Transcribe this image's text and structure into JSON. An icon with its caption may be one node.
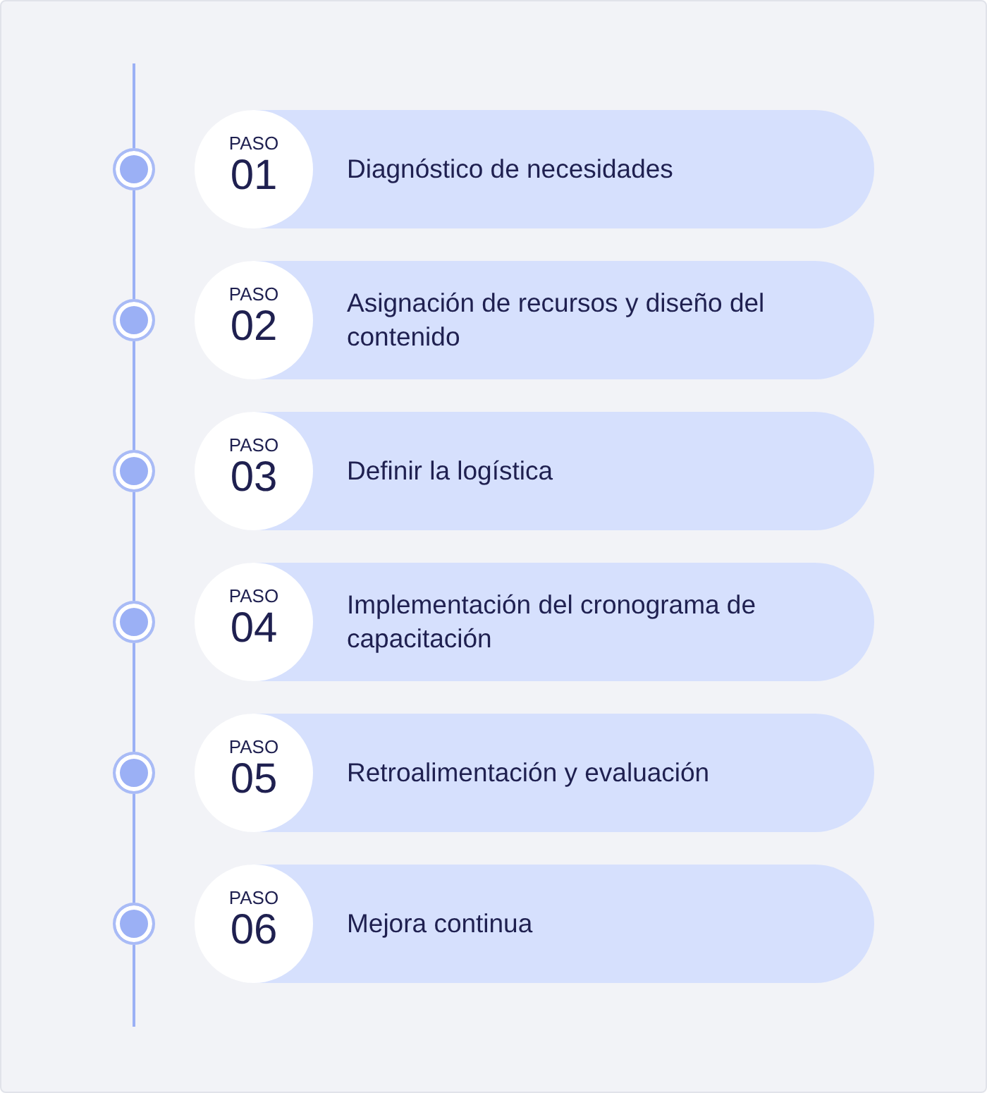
{
  "diagram": {
    "nodes": [
      {
        "text": [],
        "shape": "circle"
      },
      {
        "text": [
          "Diagnóstico de necesidades"
        ]
      },
      {
        "text": [
          "PASO",
          "01"
        ],
        "in": 1
      },
      {
        "text": [],
        "shape": "circle"
      },
      {
        "text": [
          "Asignación de recursos y diseño del contenido"
        ]
      },
      {
        "text": [
          "PASO",
          "02"
        ],
        "in": 4
      },
      {
        "text": [],
        "shape": "circle"
      },
      {
        "text": [
          "Definir la logística"
        ]
      },
      {
        "text": [
          "PASO",
          "03"
        ],
        "in": 7
      },
      {
        "text": [],
        "shape": "circle"
      },
      {
        "text": [
          "Implementación del cronograma de capacitación"
        ]
      },
      {
        "text": [
          "PASO",
          "04"
        ],
        "in": 10
      },
      {
        "text": [],
        "shape": "circle"
      },
      {
        "text": [
          "Retroalimentación y evaluación"
        ]
      },
      {
        "text": [
          "PASO",
          "05"
        ],
        "in": 13
      },
      {
        "text": [],
        "shape": "circle"
      },
      {
        "text": [
          "Mejora continua"
        ]
      },
      {
        "text": [
          "PASO",
          "06"
        ],
        "in": 16
      }
    ],
    "edges": [
      {
        "from": null,
        "to": 0,
        "arrow": "none"
      },
      {
        "from": 0,
        "to": 3,
        "arrow": "none"
      },
      {
        "from": 3,
        "to": 6,
        "arrow": "none"
      },
      {
        "from": 6,
        "to": 9,
        "arrow": "none"
      },
      {
        "from": 9,
        "to": 12,
        "arrow": "none"
      },
      {
        "from": 12,
        "to": 15,
        "arrow": "none"
      },
      {
        "from": 15,
        "to": null,
        "arrow": "none"
      }
    ]
  }
}
